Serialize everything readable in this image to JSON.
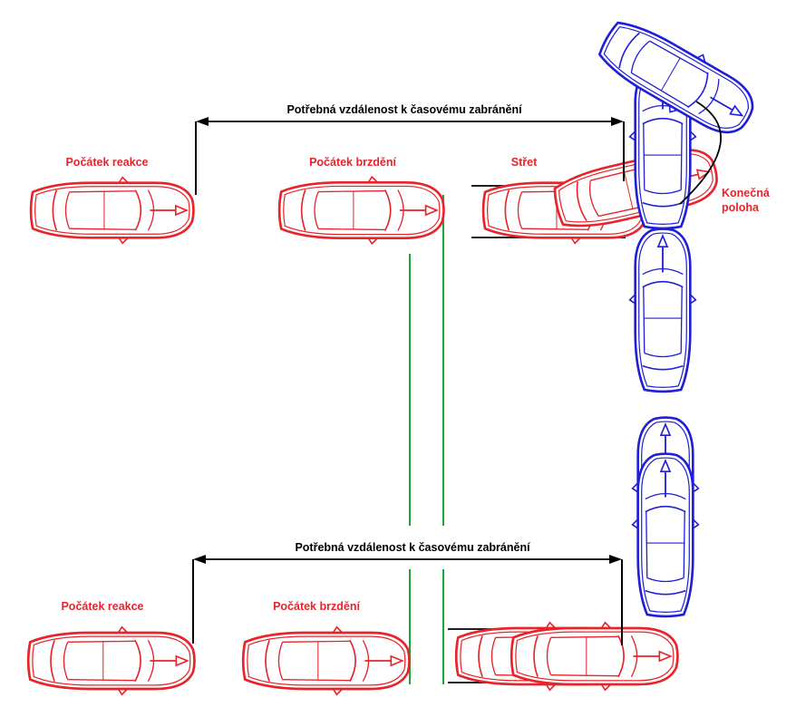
{
  "colors": {
    "red_car": "#e8232a",
    "blue_car": "#1f1fd6",
    "guide_line": "#1ea53a",
    "dimension": "#000000"
  },
  "top_scenario": {
    "distance_label": "Potřebná vzdálenost k časovému zabránění",
    "reaction_start": "Počátek reakce",
    "braking_start": "Počátek brzdění",
    "collision": "Střet",
    "final_position_line1": "Konečná",
    "final_position_line2": "poloha"
  },
  "bottom_scenario": {
    "distance_label": "Potřebná vzdálenost k časovému zabránění",
    "reaction_start": "Počátek reakce",
    "braking_start": "Počátek brzdění"
  }
}
